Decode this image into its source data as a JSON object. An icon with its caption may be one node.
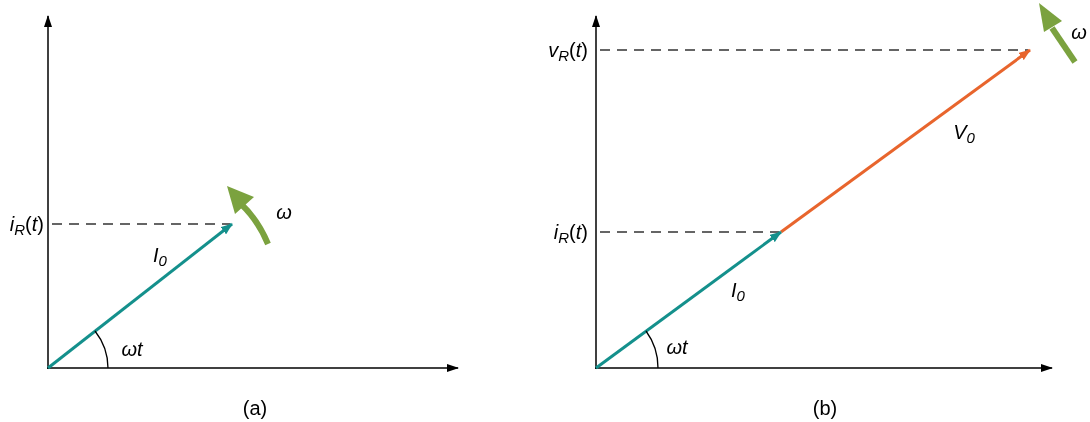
{
  "diagram": {
    "labels": [
      "*i*$_{R}$(*t*)",
      "ω",
      "*I*$_{0}$",
      "ωt",
      "(a)",
      "*v*$_{R}$(*t*)",
      "ω",
      "*V*$_{0}$",
      "*i*$_{R}$(*t*)",
      "*I*$_{0}$",
      "ωt",
      "(b)"
    ]
  }
}
